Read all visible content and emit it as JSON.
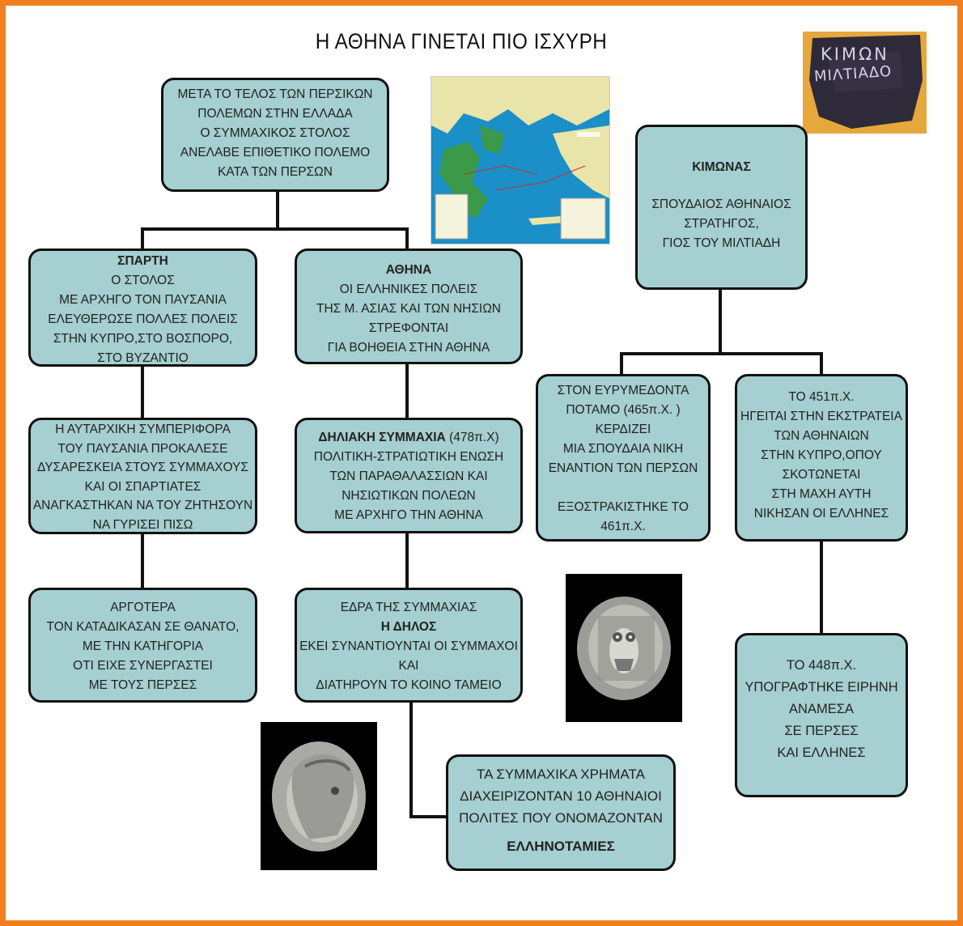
{
  "title": "Η ΑΘΗΝΑ ΓΙΝΕΤΑΙ ΠΙΟ ΙΣΧΥΡΗ",
  "ostrakon": {
    "line1": "ΚΙΜΩΝ",
    "line2": "ΜΙΛΤΙΑΔΟ"
  },
  "boxes": {
    "intro": [
      "ΜΕΤΑ ΤΟ ΤΕΛΟΣ ΤΩΝ ΠΕΡΣΙΚΩΝ",
      "ΠΟΛΕΜΩΝ ΣΤΗΝ ΕΛΛΑΔΑ",
      "Ο ΣΥΜΜΑΧΙΚΟΣ ΣΤΟΛΟΣ",
      "ΑΝΕΛΑΒΕ ΕΠΙΘΕΤΙΚΟ ΠΟΛΕΜΟ",
      "ΚΑΤΑ ΤΩΝ ΠΕΡΣΩΝ"
    ],
    "sparti": {
      "heading": "ΣΠΑΡΤΗ",
      "lines": [
        "Ο ΣΤΟΛΟΣ",
        "ΜΕ ΑΡΧΗΓΟ ΤΟΝ ΠΑΥΣΑΝΙΑ",
        "ΕΛΕΥΘΕΡΩΣΕ ΠΟΛΛΕΣ ΠΟΛΕΙΣ",
        "ΣΤΗΝ ΚΥΠΡΟ,ΣΤΟ ΒΟΣΠΟΡΟ,",
        "ΣΤΟ ΒΥΖΑΝΤΙΟ"
      ]
    },
    "athina": {
      "heading": "ΑΘΗΝΑ",
      "lines": [
        "ΟΙ ΕΛΛΗΝΙΚΕΣ ΠΟΛΕΙΣ",
        "ΤΗΣ Μ. ΑΣΙΑΣ ΚΑΙ ΤΩΝ ΝΗΣΙΩΝ",
        "ΣΤΡΕΦΟΝΤΑΙ",
        "ΓΙΑ ΒΟΗΘΕΙΑ ΣΤΗΝ ΑΘΗΝΑ"
      ]
    },
    "behavior": [
      "Η ΑΥΤΑΡΧΙΚΗ ΣΥΜΠΕΡΙΦΟΡΑ",
      "ΤΟΥ ΠΑΥΣΑΝΙΑ ΠΡΟΚΑΛΕΣΕ",
      "ΔΥΣΑΡΕΣΚΕΙΑ ΣΤΟΥΣ ΣΥΜΜΑΧΟΥΣ",
      "ΚΑΙ ΟΙ ΣΠΑΡΤΙΑΤΕΣ",
      "ΑΝΑΓΚΑΣΤΗΚΑΝ ΝΑ ΤΟΥ ΖΗΤΗΣΟΥΝ",
      "ΝΑ ΓΥΡΙΣΕΙ ΠΙΣΩ"
    ],
    "delian": {
      "heading": "ΔΗΛΙΑΚΗ ΣΥΜΜΑΧΙΑ",
      "date": "(478π.Χ)",
      "lines": [
        "ΠΟΛΙΤΙΚΗ-ΣΤΡΑΤΙΩΤΙΚΗ ΕΝΩΣΗ",
        "ΤΩΝ ΠΑΡΑΘΑΛΑΣΣΙΩΝ ΚΑΙ",
        "ΝΗΣΙΩΤΙΚΩΝ ΠΟΛΕΩΝ",
        "ΜΕ ΑΡΧΗΓΟ ΤΗΝ ΑΘΗΝΑ"
      ]
    },
    "later": [
      "ΑΡΓΟΤΕΡΑ",
      "ΤΟΝ ΚΑΤΑΔΙΚΑΣΑΝ ΣΕ ΘΑΝΑΤΟ,",
      "ΜΕ ΤΗΝ ΚΑΤΗΓΟΡΙΑ",
      "ΟΤΙ ΕΙΧΕ ΣΥΝΕΡΓΑΣΤΕΙ",
      "ΜΕ ΤΟΥΣ ΠΕΡΣΕΣ"
    ],
    "delos": {
      "line1": "ΕΔΡΑ ΤΗΣ ΣΥΜΜΑΧΙΑΣ",
      "heading": "Η ΔΗΛΟΣ",
      "lines": [
        "ΕΚΕΙ ΣΥΝΑΝΤΙΟΥΝΤΑΙ ΟΙ ΣΥΜΜΑΧΟΙ",
        "ΚΑΙ",
        "ΔΙΑΤΗΡΟΥΝ ΤΟ ΚΟΙΝΟ ΤΑΜΕΙΟ"
      ]
    },
    "treasurers": {
      "lines": [
        "ΤΑ ΣΥΜΜΑΧΙΚΑ ΧΡΗΜΑΤΑ",
        "ΔΙΑΧΕΙΡΙΖΟΝΤΑΝ 10 ΑΘΗΝΑΙΟΙ",
        "ΠΟΛΙΤΕΣ ΠΟΥ ΟΝΟΜΑΖΟΝΤΑΝ"
      ],
      "heading": "ΕΛΛΗΝΟΤΑΜΙΕΣ"
    },
    "kimonas": {
      "heading": "ΚΙΜΩΝΑΣ",
      "lines": [
        "ΣΠΟΥΔΑΙΟΣ ΑΘΗΝΑΙΟΣ",
        "ΣΤΡΑΤΗΓΟΣ,",
        "ΓΙΟΣ ΤΟΥ ΜΙΛΤΙΑΔΗ"
      ]
    },
    "eurymedon": {
      "lines": [
        "ΣΤΟΝ ΕΥΡΥΜΕΔΟΝΤΑ",
        "ΠΟΤΑΜΟ (465π.Χ. )",
        "ΚΕΡΔΙΖΕΙ",
        "ΜΙΑ ΣΠΟΥΔΑΙΑ ΝΙΚΗ",
        "ΕΝΑΝΤΙΟΝ ΤΩΝ ΠΕΡΣΩΝ"
      ],
      "lines2": [
        "ΕΞΟΣΤΡΑΚΙΣΤΗΚΕ ΤΟ",
        "461π.Χ."
      ]
    },
    "cyprus": [
      "ΤΟ 451π.Χ.",
      "ΗΓΕΙΤΑΙ ΣΤΗΝ ΕΚΣΤΡΑΤΕΙΑ",
      "ΤΩΝ ΑΘΗΝΑΙΩΝ",
      "ΣΤΗΝ ΚΥΠΡΟ,ΟΠΟΥ",
      "ΣΚΟΤΩΝΕΤΑΙ",
      "ΣΤΗ ΜΑΧΗ ΑΥΤΗ",
      "ΝΙΚΗΣΑΝ ΟΙ ΕΛΛΗΝΕΣ"
    ],
    "peace": [
      "ΤΟ 448π.Χ.",
      "ΥΠΟΓΡΑΦΤΗΚΕ ΕΙΡΗΝΗ",
      "ΑΝΑΜΕΣΑ",
      "ΣΕ ΠΕΡΣΕΣ",
      "ΚΑΙ ΕΛΛΗΝΕΣ"
    ]
  },
  "colors": {
    "frame": "#f07f1f",
    "box_fill": "#a5cfd0",
    "box_border": "#111111",
    "sea": "#1b8fc7",
    "land": "#e9e4a9"
  }
}
